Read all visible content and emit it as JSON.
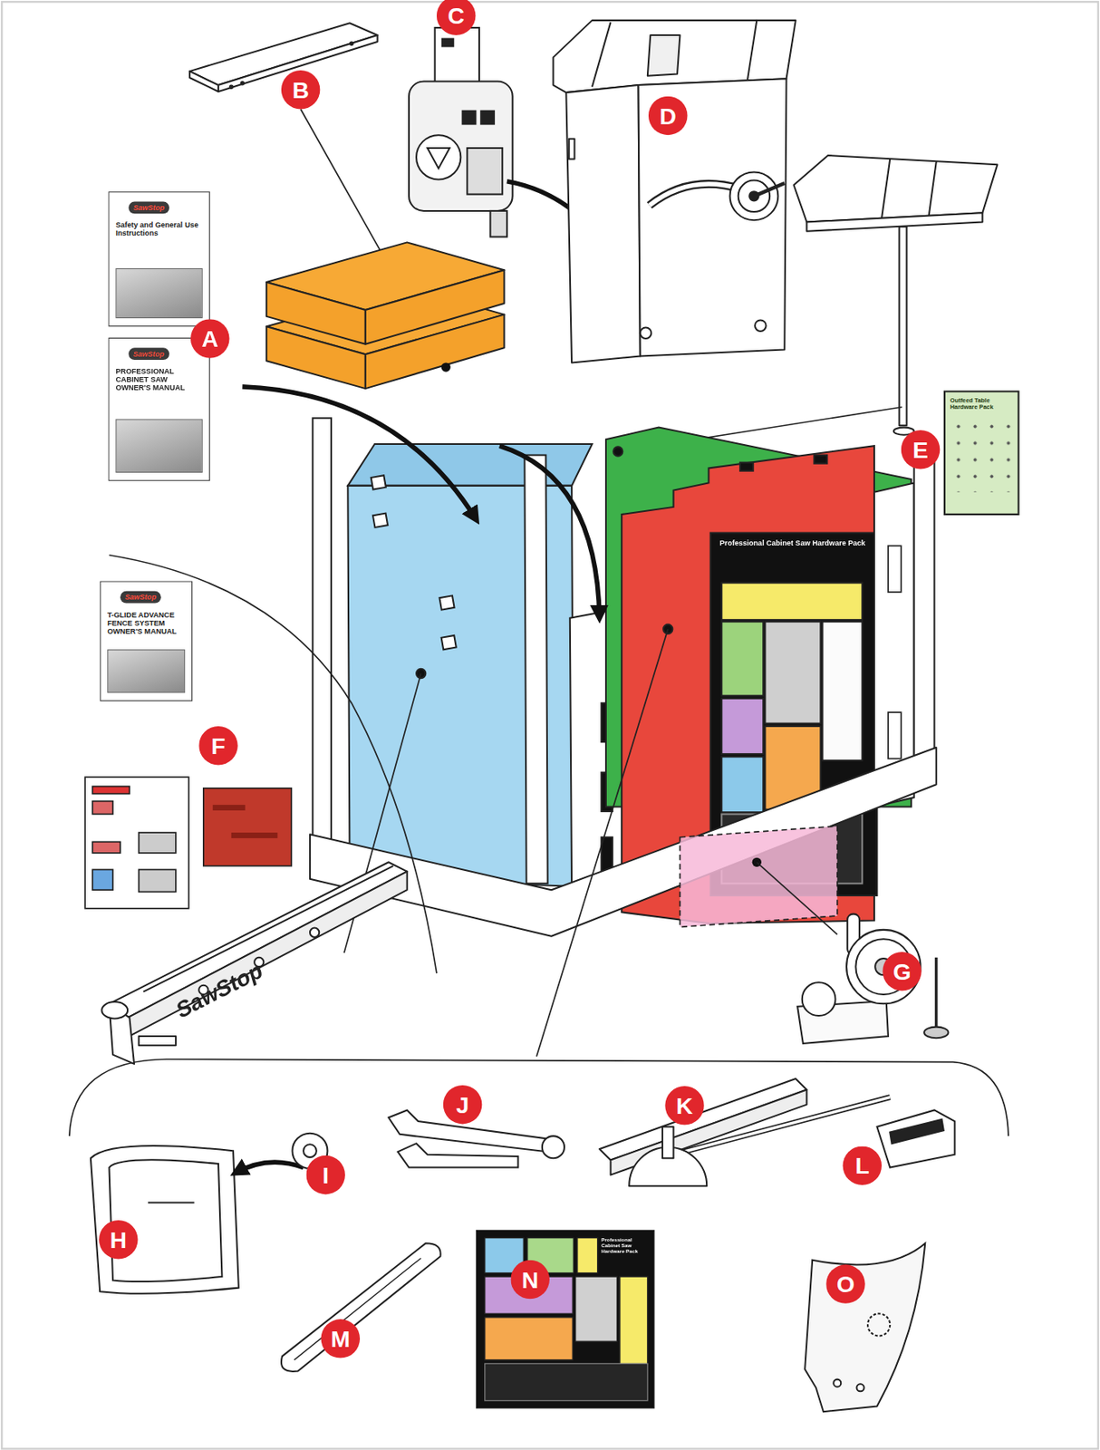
{
  "diagram": {
    "nodes": [
      {
        "text": [
          "C"
        ]
      },
      {
        "text": [
          "B"
        ]
      },
      {
        "text": [
          "D"
        ]
      },
      {
        "text": [
          "SawStop",
          "Safety and General Use Instructions"
        ]
      },
      {
        "text": [
          "SawStop",
          "PROFESSIONAL CABINET SAW OWNER'S MANUAL"
        ]
      },
      {
        "text": [
          "A"
        ]
      },
      {
        "text": [
          "E"
        ]
      },
      {
        "text": [
          "Outfeed Table Hardware Pack"
        ]
      },
      {
        "text": [
          "SawStop",
          "T-GLIDE ADVANCE FENCE SYSTEM OWNER'S MANUAL"
        ]
      },
      {
        "text": [
          "F"
        ]
      },
      {
        "text": [
          "G"
        ]
      },
      {
        "text": [
          "J"
        ]
      },
      {
        "text": [
          "K"
        ]
      },
      {
        "text": [
          "I"
        ]
      },
      {
        "text": [
          "L"
        ]
      },
      {
        "text": [
          "H"
        ]
      },
      {
        "text": [
          "N"
        ]
      },
      {
        "text": [
          "O"
        ]
      },
      {
        "text": [
          "M"
        ]
      }
    ],
    "labels": [
      "SawStop",
      "Professional Cabinet Saw Hardware Pack",
      "Professional Cabinet Saw Hardware Pack"
    ]
  }
}
